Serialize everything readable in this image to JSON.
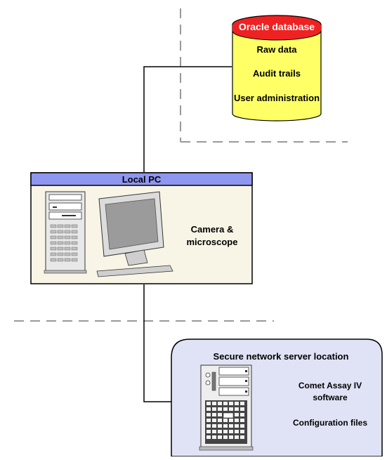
{
  "database": {
    "title": "Oracle database",
    "items": [
      "Raw data",
      "Audit trails",
      "User administration"
    ],
    "fill_color": "#ffff66",
    "header_color": "#ee2222"
  },
  "local_pc": {
    "title": "Local PC",
    "peripheral_label": "Camera & microscope",
    "header_color": "#8f96ee",
    "body_color": "#f8f4e6",
    "icons": [
      "tower-computer-icon",
      "monitor-icon"
    ]
  },
  "server": {
    "title": "Secure network server location",
    "items": [
      "Comet Assay IV software",
      "Configuration files"
    ],
    "fill_color": "#e0e3f5",
    "icons": [
      "server-tower-icon"
    ]
  }
}
